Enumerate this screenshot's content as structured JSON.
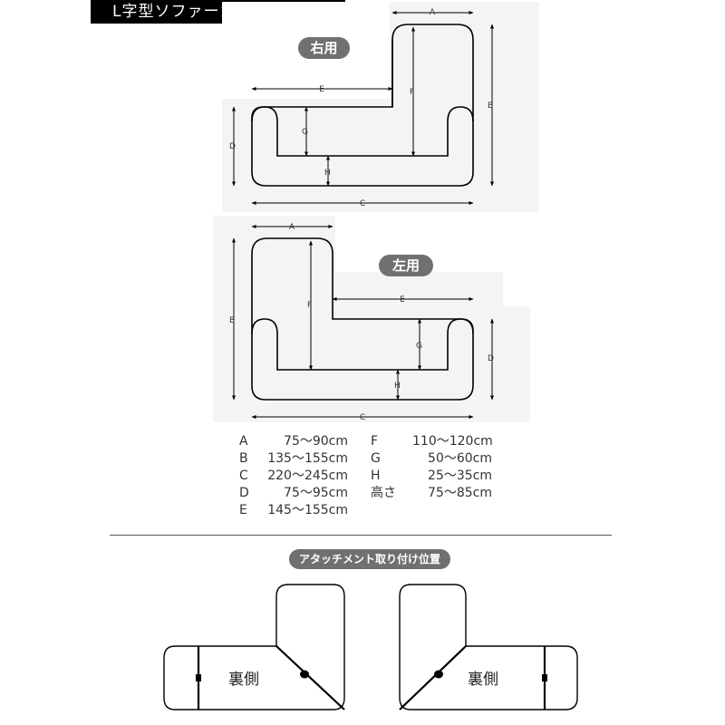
{
  "header": {
    "title": "L字型ソファーカバーサイズ"
  },
  "right_label": "右用",
  "left_label": "左用",
  "dims": {
    "a": "A",
    "b": "B",
    "c": "C",
    "d": "D",
    "e": "E",
    "f": "F",
    "g": "G",
    "h": "H"
  },
  "specs_left": [
    {
      "key": "A",
      "value": "75〜90cm"
    },
    {
      "key": "B",
      "value": "135〜155cm"
    },
    {
      "key": "C",
      "value": "220〜245cm"
    },
    {
      "key": "D",
      "value": "75〜95cm"
    },
    {
      "key": "E",
      "value": "145〜155cm"
    }
  ],
  "specs_right": [
    {
      "key": "F",
      "value": "110〜120cm"
    },
    {
      "key": "G",
      "value": "50〜60cm"
    },
    {
      "key": "H",
      "value": "25〜35cm"
    },
    {
      "key": "高さ",
      "value": "75〜85cm"
    }
  ],
  "attachment_label": "アタッチメント取り付け位置",
  "back_label": "裏側"
}
